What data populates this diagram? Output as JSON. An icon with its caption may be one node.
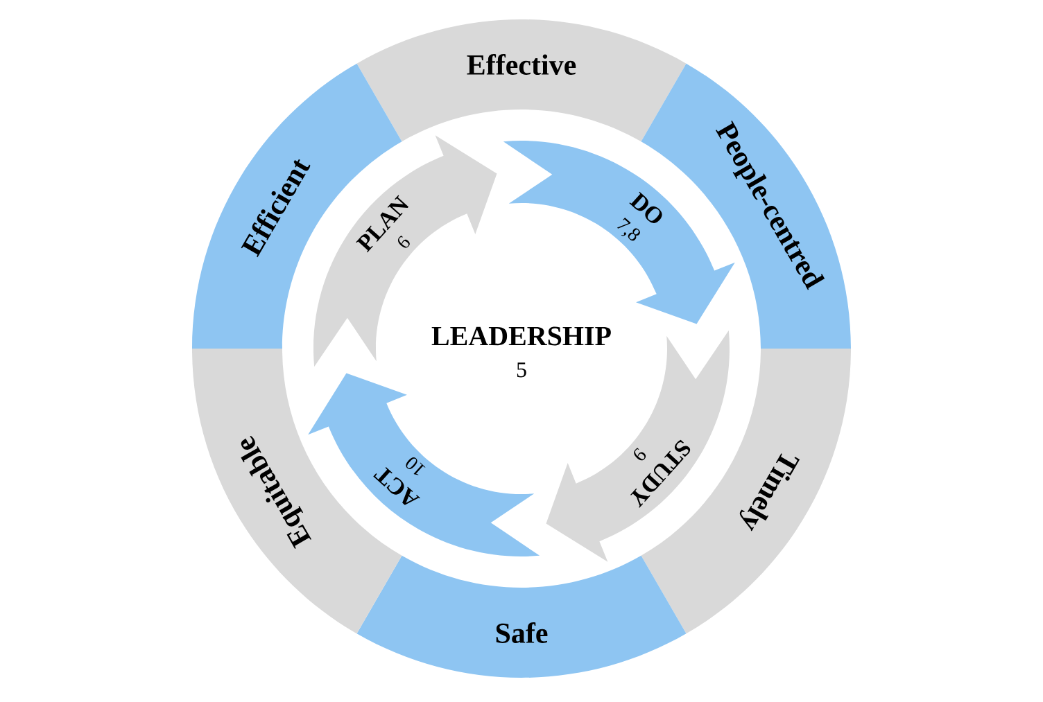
{
  "diagram": {
    "nodes": [
      {
        "text": [
          "Effective"
        ]
      },
      {
        "text": [
          "People-centred"
        ]
      },
      {
        "text": [
          "Timely"
        ]
      },
      {
        "text": [
          "Safe"
        ]
      },
      {
        "text": [
          "Equitable"
        ]
      },
      {
        "text": [
          "Efficient"
        ]
      },
      {
        "text": [
          "PLAN",
          "6"
        ]
      },
      {
        "text": [
          "DO",
          "7,8"
        ]
      },
      {
        "text": [
          "STUDY",
          "9"
        ]
      },
      {
        "text": [
          "ACT",
          "10"
        ]
      },
      {
        "text": [
          "LEADERSHIP",
          "5"
        ]
      }
    ]
  }
}
